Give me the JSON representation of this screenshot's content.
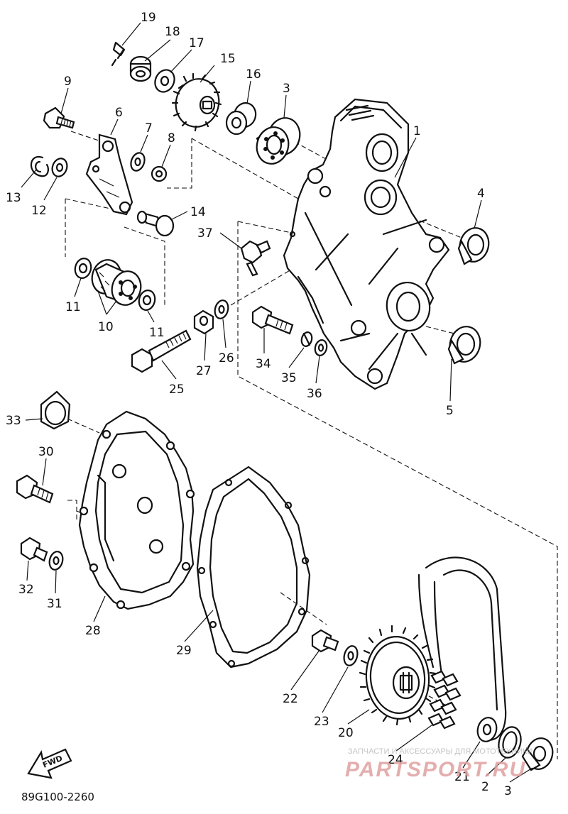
{
  "diagram": {
    "code": "89G100-2260",
    "direction_label": "FWD",
    "watermark": {
      "line1": "ЗАПЧАСТИ И АКСЕССУАРЫ ДЛЯ МОТОТЕХНИКИ",
      "line2": "PARTSPORT.RU"
    },
    "callouts": [
      "19",
      "18",
      "17",
      "15",
      "16",
      "3",
      "9",
      "6",
      "7",
      "8",
      "1",
      "4",
      "13",
      "12",
      "14",
      "37",
      "11",
      "10",
      "11",
      "25",
      "27",
      "26",
      "34",
      "35",
      "36",
      "5",
      "33",
      "30",
      "32",
      "31",
      "28",
      "29",
      "22",
      "23",
      "20",
      "24",
      "21",
      "2",
      "3"
    ]
  }
}
